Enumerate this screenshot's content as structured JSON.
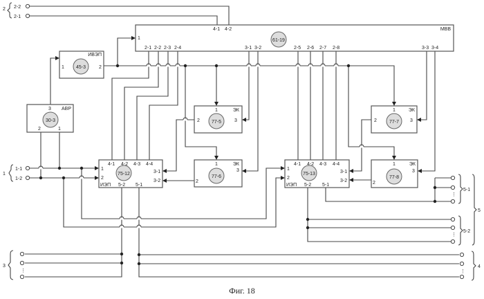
{
  "caption": "Фиг. 18",
  "inputs": {
    "group2": {
      "label": "2",
      "terminals": [
        "2-2",
        "2-1"
      ]
    },
    "group1": {
      "label": "1",
      "terminals": [
        "1-1",
        "1-2"
      ]
    }
  },
  "outputs": {
    "group3": {
      "label": "3"
    },
    "group4": {
      "label": "4"
    },
    "group5": {
      "label": "5",
      "sub": [
        "5-1",
        "5-2"
      ]
    },
    "ellipsis": "⋮"
  },
  "blocks": {
    "mvv": {
      "title": "МВВ",
      "id": "61-19",
      "ports": {
        "p1": "1",
        "p41": "4-1",
        "p42": "4-2",
        "p21": "2-1",
        "p22": "2-2",
        "p23": "2-3",
        "p24": "2-4",
        "p31": "3-1",
        "p32": "3-2",
        "p25": "2-5",
        "p26": "2-6",
        "p27": "2-7",
        "p28": "2-8",
        "p33": "3-3",
        "p34": "3-4"
      }
    },
    "ivep": {
      "title": "ИВЭП",
      "id": "45-3",
      "ports": {
        "p1": "1",
        "p2": "2"
      }
    },
    "avr": {
      "title": "АВР",
      "id": "30-3",
      "ports": {
        "p3": "3",
        "p2": "2",
        "p1": "1"
      }
    },
    "ek5": {
      "title": "ЭК",
      "id": "77-5",
      "ports": {
        "p1": "1",
        "p2": "2",
        "p3": "3"
      }
    },
    "ek6": {
      "title": "ЭК",
      "id": "77-6",
      "ports": {
        "p1": "1",
        "p2": "2",
        "p3": "3"
      }
    },
    "ek7": {
      "title": "ЭК",
      "id": "77-7",
      "ports": {
        "p1": "1",
        "p2": "2",
        "p3": "3"
      }
    },
    "ek8": {
      "title": "ЭК",
      "id": "77-8",
      "ports": {
        "p1": "1",
        "p2": "2",
        "p3": "3"
      }
    },
    "iep12": {
      "title": "ИЭП",
      "id": "75-12",
      "ports": {
        "p41": "4-1",
        "p42": "4-2",
        "p43": "4-3",
        "p44": "4-4",
        "p1": "1",
        "p2": "2",
        "p31": "3-1",
        "p32": "3-2",
        "p52": "5-2",
        "p51": "5-1"
      }
    },
    "iep13": {
      "title": "ИЭП",
      "id": "75-13",
      "ports": {
        "p41": "4-1",
        "p42": "4-2",
        "p43": "4-3",
        "p44": "4-4",
        "p1": "1",
        "p2": "2",
        "p31": "3-1",
        "p32": "3-2",
        "p52": "5-2",
        "p51": "5-1"
      }
    }
  }
}
